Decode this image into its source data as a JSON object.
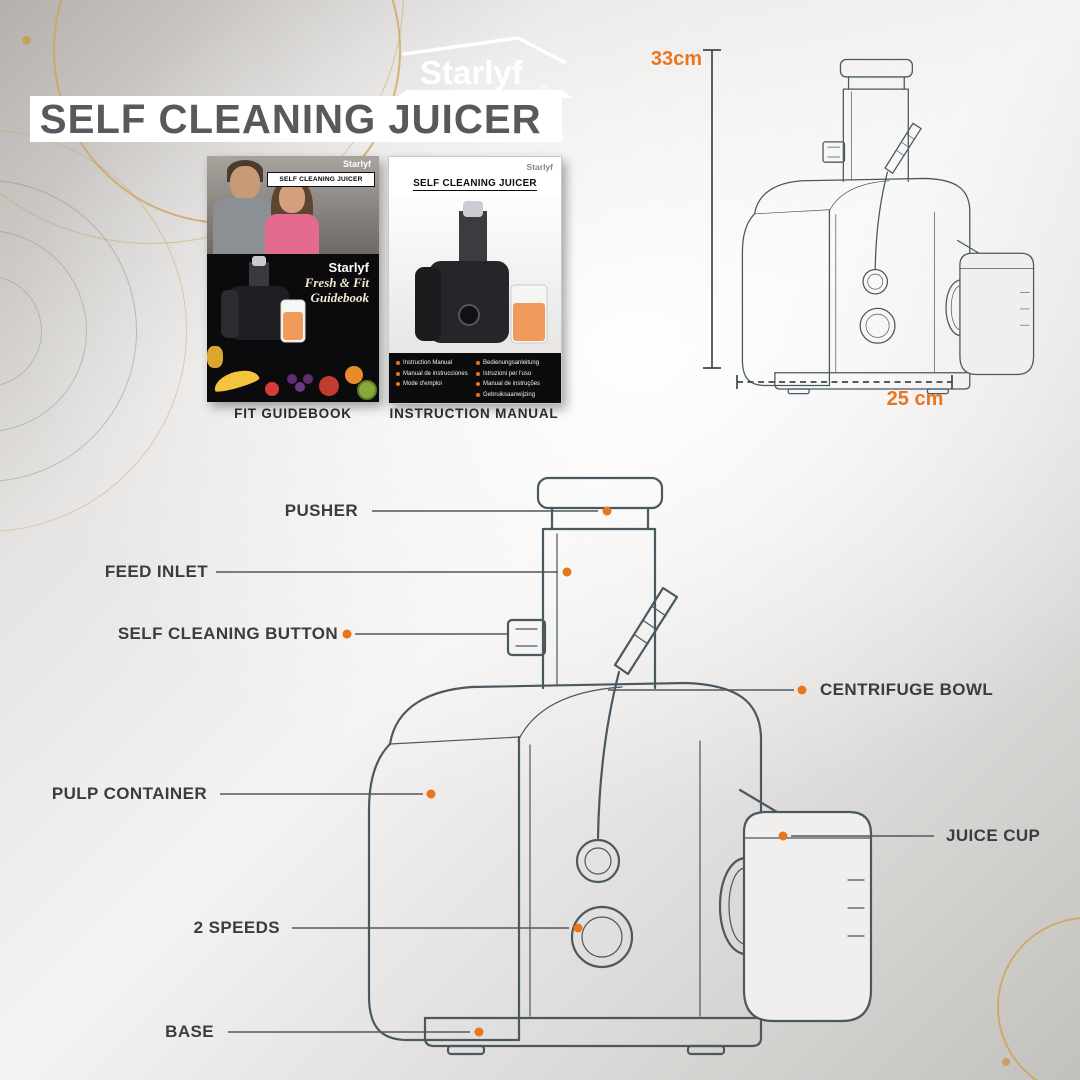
{
  "brand": {
    "name": "Starlyf",
    "registered": "®"
  },
  "banner": {
    "title": "SELF CLEANING JUICER"
  },
  "booklets": {
    "fit_guidebook": {
      "caption": "FIT GUIDEBOOK",
      "cover_header": "SELF CLEANING JUICER",
      "cover_brand": "Starlyf",
      "script_line1": "Starlyf",
      "script_line2": "Fresh & Fit",
      "script_line3": "Guidebook"
    },
    "instruction_manual": {
      "caption": "INSTRUCTION MANUAL",
      "cover_brand": "Starlyf",
      "cover_header": "SELF CLEANING JUICER",
      "languages_left": [
        "Instruction Manual",
        "Manual de instrucciones",
        "Mode d'emploi"
      ],
      "languages_right": [
        "Bedienungsanleitung",
        "Istruzioni per l'uso",
        "Manual de instruções",
        "Gebruiksaanwijzing"
      ]
    }
  },
  "dimensions": {
    "height_label": "33cm",
    "width_label": "25 cm"
  },
  "callouts": [
    {
      "label": "PUSHER"
    },
    {
      "label": "FEED INLET"
    },
    {
      "label": "SELF CLEANING BUTTON"
    },
    {
      "label": "CENTRIFUGE BOWL"
    },
    {
      "label": "PULP CONTAINER"
    },
    {
      "label": "JUICE CUP"
    },
    {
      "label": "2 SPEEDS"
    },
    {
      "label": "BASE"
    }
  ],
  "colors": {
    "accent_orange": "#E8761F",
    "line_art": "#4A5860",
    "title_gray": "#58595B",
    "label_gray": "#3C3C3E"
  }
}
